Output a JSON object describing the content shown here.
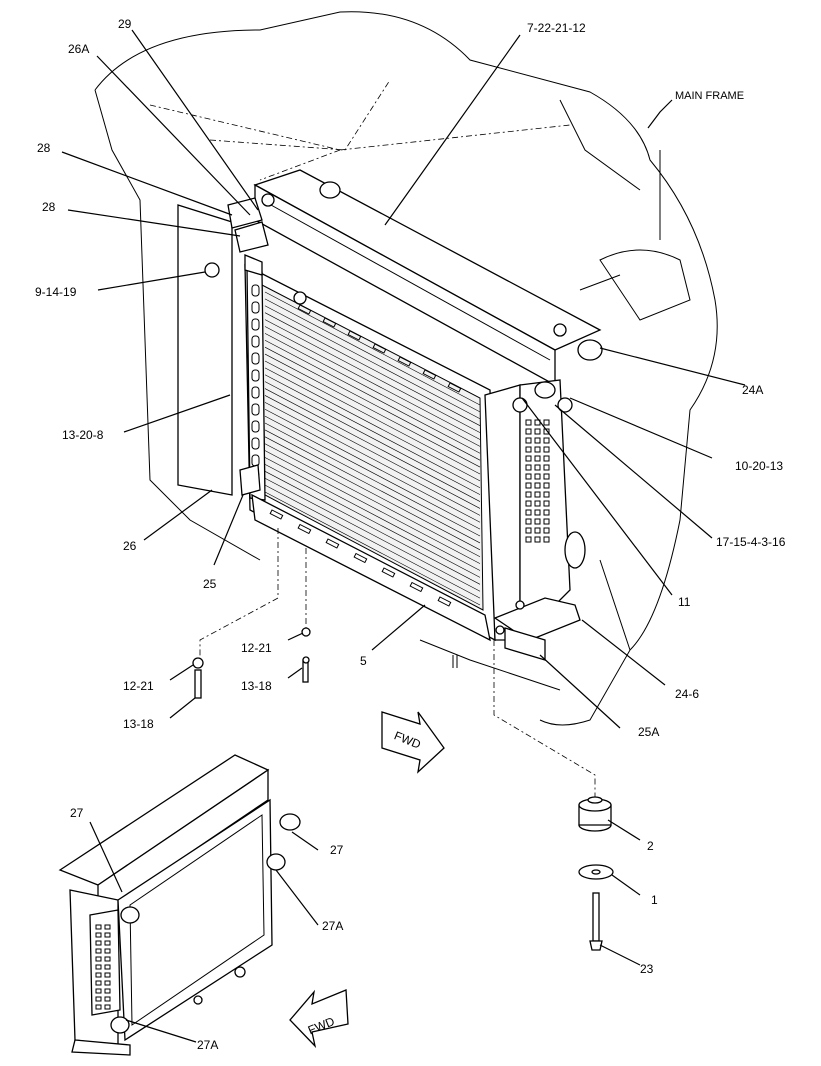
{
  "labels": {
    "l29": "29",
    "l26a": "26A",
    "l7_22": "7-22-21-12",
    "main_frame": "MAIN FRAME",
    "l28a": "28",
    "l28b": "28",
    "l9_14": "9-14-19",
    "l13_20": "13-20-8",
    "l24a": "24A",
    "l10_20": "10-20-13",
    "l17_15": "17-15-4-3-16",
    "l11": "11",
    "l26": "26",
    "l25": "25",
    "l12_21a": "12-21",
    "l12_21b": "12-21",
    "l13_18a": "13-18",
    "l13_18b": "13-18",
    "l5": "5",
    "l24_6": "24-6",
    "l25a": "25A",
    "fwd1": "FWD",
    "fwd2": "FWD",
    "l2": "2",
    "l1": "1",
    "l23": "23",
    "l27a": "27",
    "l27b": "27",
    "l27A1": "27A",
    "l27A2": "27A"
  }
}
